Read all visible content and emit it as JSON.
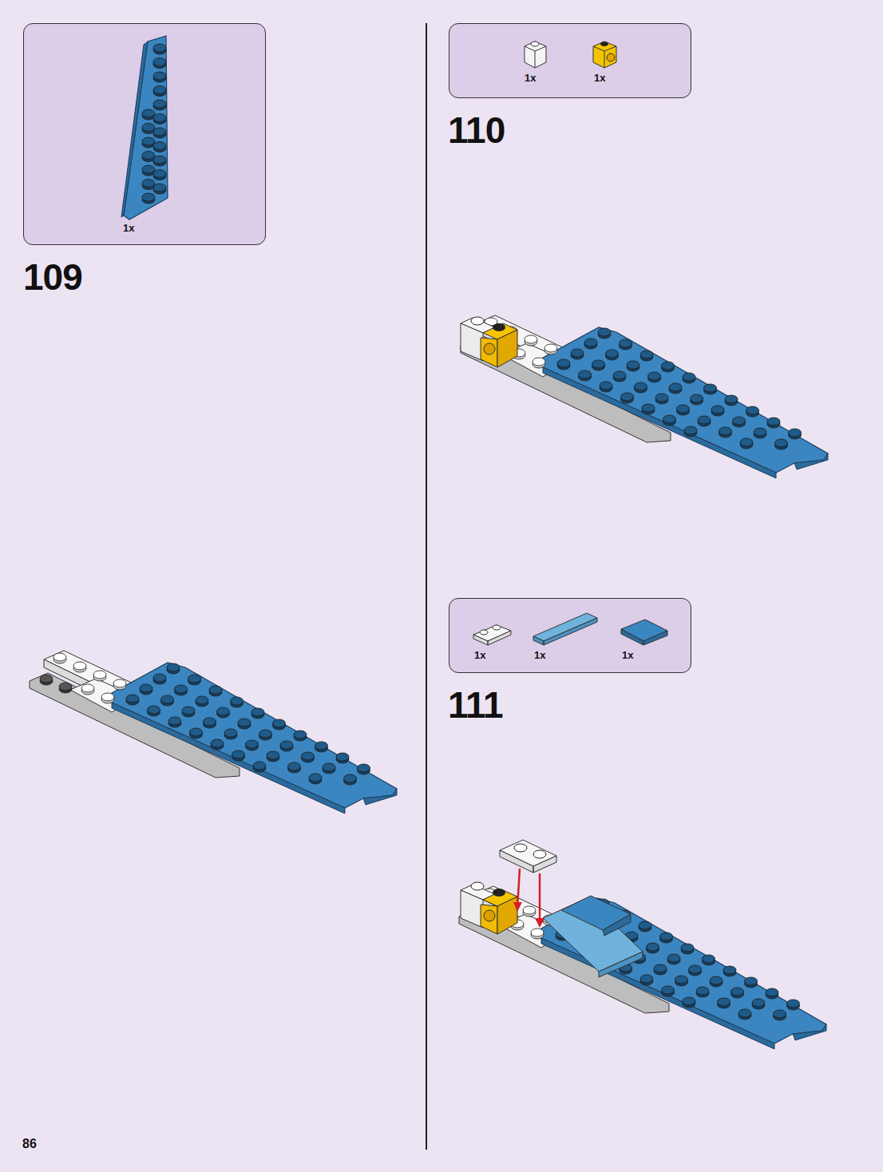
{
  "diagram": {
    "nodes": [
      {
        "text": [
          "1x"
        ]
      },
      {
        "text": [
          "1x",
          "1x"
        ]
      },
      {
        "text": [
          "1x",
          "1x",
          "1x"
        ]
      }
    ],
    "labels": [
      "109",
      "110",
      "111",
      "86"
    ]
  }
}
